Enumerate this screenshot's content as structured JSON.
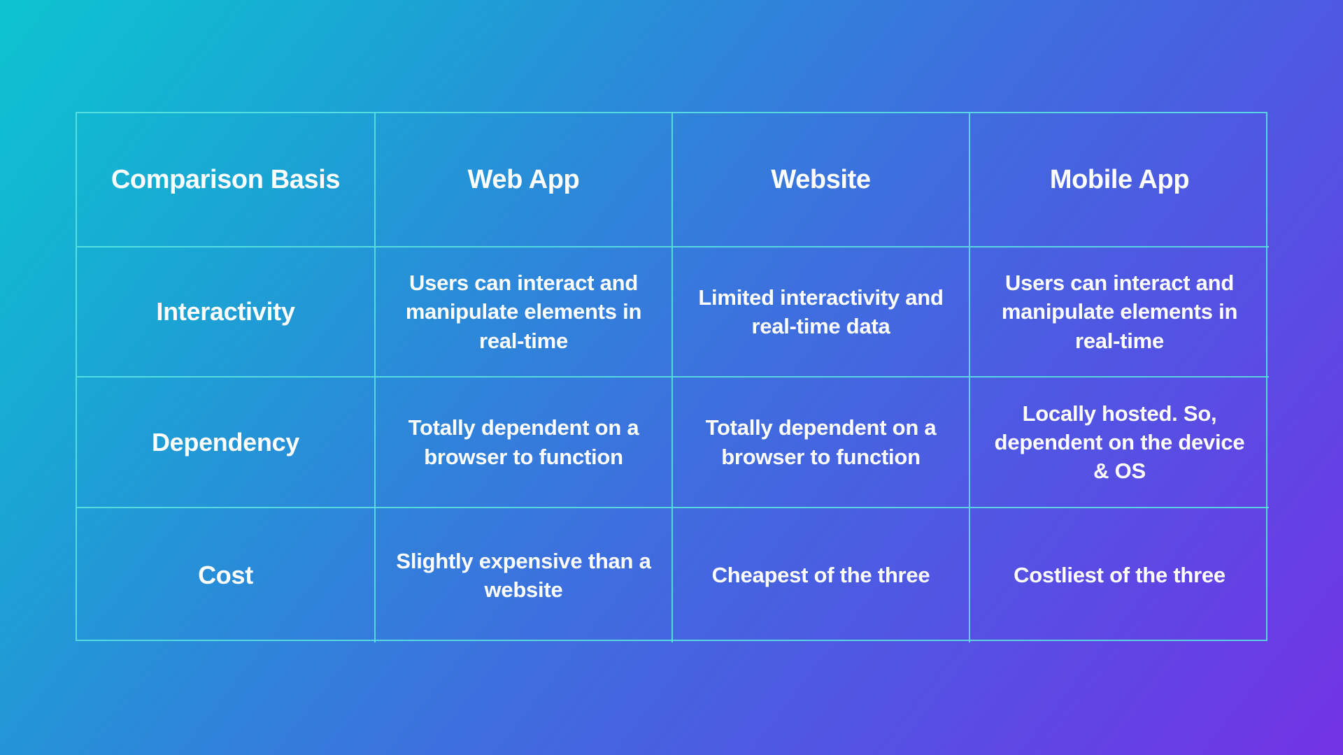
{
  "theme": {
    "gradient_start": "#0dc3d0",
    "gradient_mid": "#3a74dd",
    "gradient_end": "#7333e5",
    "border_color": "#5de7e2",
    "text_color": "#ffffff"
  },
  "table": {
    "headers": [
      "Comparison Basis",
      "Web App",
      "Website",
      "Mobile App"
    ],
    "rows": [
      {
        "label": "Interactivity",
        "web_app": "Users can interact and manipulate elements in real-time",
        "website": "Limited interactivity and real-time data",
        "mobile_app": "Users can interact and manipulate elements in real-time"
      },
      {
        "label": "Dependency",
        "web_app": "Totally dependent on a browser to function",
        "website": "Totally dependent on a browser to function",
        "mobile_app": "Locally hosted. So, dependent on the device & OS"
      },
      {
        "label": "Cost",
        "web_app": "Slightly expensive than a website",
        "website": "Cheapest of the three",
        "mobile_app": "Costliest of the three"
      }
    ]
  }
}
